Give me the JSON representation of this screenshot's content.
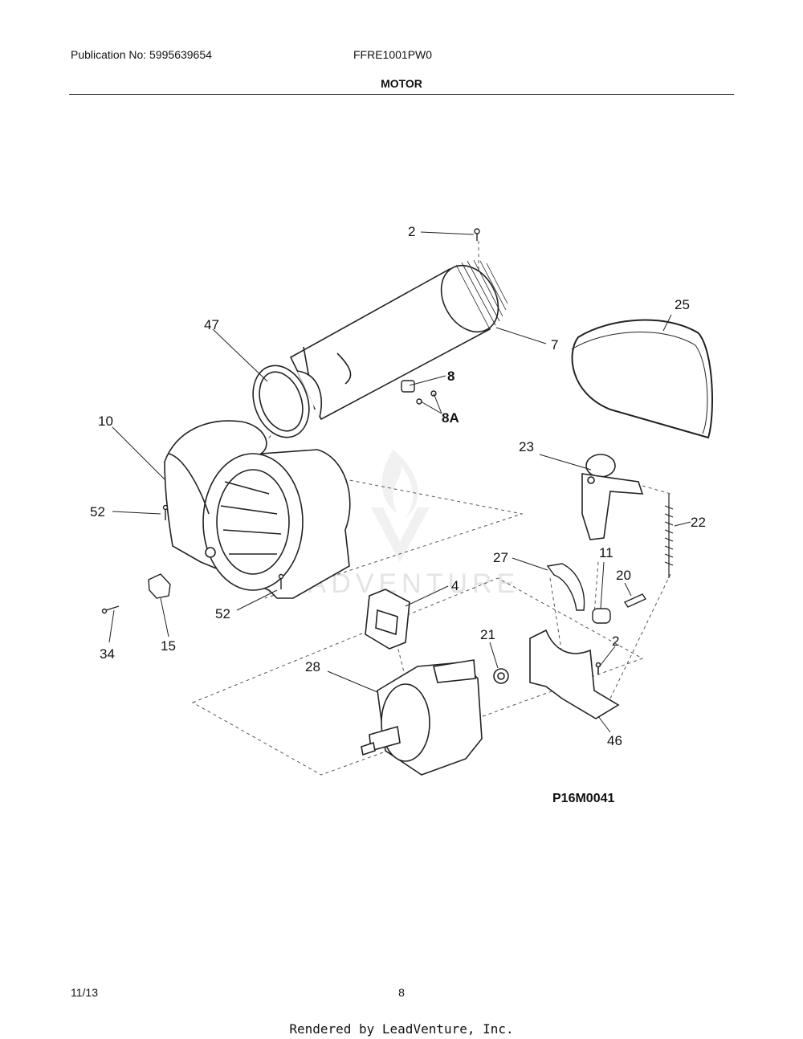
{
  "header": {
    "publication": "Publication No: 5995639654",
    "model": "FFRE1001PW0",
    "section_title": "MOTOR"
  },
  "footer": {
    "date": "11/13",
    "page_number": "8",
    "rendered_by": "Rendered by LeadVenture, Inc."
  },
  "figure_code": "P16M0041",
  "watermark": "LEADVENTURE",
  "callouts": {
    "c2a": "2",
    "c7": "7",
    "c25": "25",
    "c47": "47",
    "c8": "8",
    "c8a": "8A",
    "c10": "10",
    "c23": "23",
    "c52a": "52",
    "c22": "22",
    "c27": "27",
    "c11": "11",
    "c20": "20",
    "c4": "4",
    "c52b": "52",
    "c34": "34",
    "c15": "15",
    "c21": "21",
    "c2b": "2",
    "c28": "28",
    "c46": "46"
  }
}
